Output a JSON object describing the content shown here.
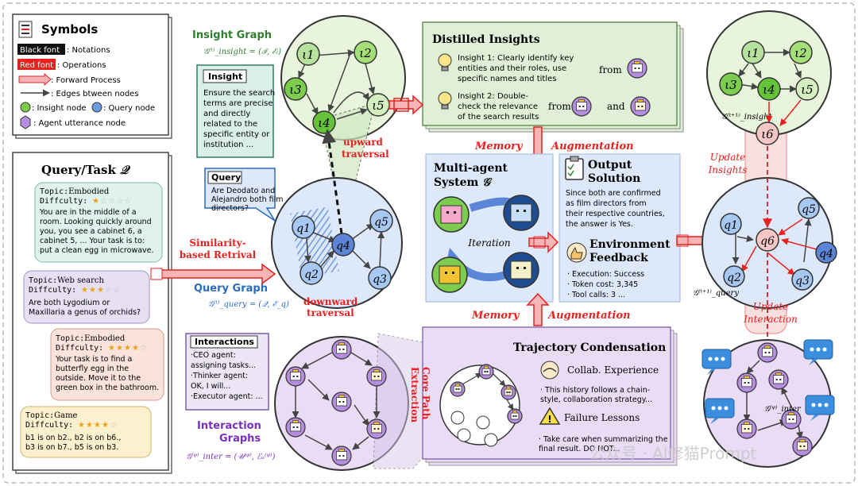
{
  "symbols": {
    "title": "Symbols",
    "black_font_tag": "Black font",
    "black_font_text": ": Notations",
    "red_font_tag": "Red font",
    "red_font_text": ": Operations",
    "forward_text": ": Forward Process",
    "edges_text": ": Edges btween nodes",
    "insight_node_text": ": Insight node",
    "query_node_text": ": Query node",
    "agent_node_text": ": Agent utterance node"
  },
  "query_task": {
    "title": "Query/Task",
    "title_symbol": "𝒬",
    "tasks": [
      {
        "topic_label": "Topic:",
        "topic": "Embodied",
        "diff_label": "Diffculty:",
        "stars": 1,
        "lines": [
          "You are in the middle of a",
          "room. Looking quickly around",
          "you, you see a cabinet 6, a",
          "cabinet 5, ... Your task is to:",
          "put a clean egg in microwave."
        ]
      },
      {
        "topic_label": "Topic:",
        "topic": "Web search",
        "diff_label": "Diffculty:",
        "stars": 3,
        "lines": [
          "Are both Lygodium or",
          "Maxillaria a genus of orchids?"
        ]
      },
      {
        "topic_label": "Topic:",
        "topic": "Embodied",
        "diff_label": "Diffculty:",
        "stars": 4,
        "lines": [
          "Your task is to find a",
          "butterfly egg in the",
          "outside. Move it to the",
          "green box in the bathroom."
        ]
      },
      {
        "topic_label": "Topic:",
        "topic": "Game",
        "diff_label": "Diffculty:",
        "stars": 4,
        "lines": [
          "b1 is on b2., b2 is on b6.,",
          "b3 is on b7., b5 is on b3."
        ]
      }
    ]
  },
  "insight_graph": {
    "title": "Insight Graph",
    "formula": "𝒢⁽ᵗ⁾_insight = (ℐ, ℰᵢ)",
    "nodes": [
      "ι1",
      "ι2",
      "ι3",
      "ι4",
      "ι5"
    ]
  },
  "insight_box": {
    "label": "Insight",
    "lines": [
      "Ensure the search",
      "terms are precise",
      "and directly",
      "related to the",
      "specific entity or",
      "institution ..."
    ]
  },
  "query_box": {
    "label": "Query",
    "lines": [
      "Are Deodato and",
      "Alejandro both film",
      "directors?"
    ]
  },
  "query_graph": {
    "title": "Query Graph",
    "formula": "𝒢⁽ᵗ⁾_query = (𝒬, ℰ_q)",
    "nodes": [
      "q1",
      "q2",
      "q3",
      "q4",
      "q5"
    ]
  },
  "interactions_box": {
    "label": "Interactions",
    "lines": [
      "·CEO agent:",
      "assigning tasks...",
      "·Thinker agent:",
      "OK, I will...",
      "·Executor agent: ..."
    ]
  },
  "interaction_graph": {
    "title": "Interaction",
    "title2": "Graphs",
    "formula": "𝒢⁽ᵠ⁾_inter = (𝒰⁽ᵠ⁾, ℰᵤ⁽ᵠ⁾)"
  },
  "operations": {
    "upward": "upward",
    "upward2": "traversal",
    "downward": "downward",
    "downward2": "traversal",
    "similarity": "Similarity-",
    "similarity2": "based Retrival",
    "core_path": "Core Path",
    "core_path2": "Extraction",
    "memory": "Memory",
    "augmentation": "Augmentation",
    "update_insights": "Update",
    "update_insights2": "Insights",
    "update_interaction": "Update",
    "update_interaction2": "Interaction"
  },
  "distilled": {
    "title": "Distilled Insights",
    "insight1": [
      "Insight 1: Clearly identify key",
      "entities and their roles, use",
      "specific names and titles"
    ],
    "insight2": [
      "Insight 2: Double-",
      "check the relevance",
      "of the search results"
    ],
    "from": "from",
    "and": "and"
  },
  "mas": {
    "title": "Multi-agent",
    "title2": "System",
    "title_symbol": "𝒢",
    "iteration": "Iteration"
  },
  "output": {
    "title": "Output",
    "title2": "Solution",
    "lines": [
      "Since both are confirmed",
      "as film directors from",
      "their respective countries,",
      "the answer is Yes."
    ]
  },
  "env": {
    "title": "Environment",
    "title2": "Feedback",
    "lines": [
      "· Execution: Success",
      "· Token cost: 3,345",
      "· Tool calls: 3 ..."
    ]
  },
  "trajectory": {
    "title": "Trajectory Condensation",
    "collab": "Collab. Experience",
    "collab_lines": [
      "· This history follows a chain-",
      "style,  collaboration strategy..."
    ],
    "failure": "Failure Lessons",
    "failure_lines": [
      "· Take care when summarizing the",
      "final result. DO NOT..."
    ]
  },
  "right_insight": {
    "formula": "𝒢⁽ᵗ⁺¹⁾_insight",
    "nodes": [
      "ι1",
      "ι2",
      "ι3",
      "ι4",
      "ι5",
      "ι6"
    ]
  },
  "right_query": {
    "formula": "𝒢⁽ᵗ⁺¹⁾_query",
    "nodes": [
      "q1",
      "q2",
      "q3",
      "q4",
      "q5",
      "q6"
    ]
  },
  "right_inter": {
    "formula": "𝒢⁽ᵠ⁾_inter"
  },
  "watermark": "公众号 · AI修猫Prompt",
  "colors": {
    "insight_green": "#7ccd4e",
    "query_blue": "#6b9be0",
    "agent_purple": "#b58ee0",
    "red": "#e8211f",
    "title_green": "#2f7d2f",
    "title_blue": "#2b6bbf",
    "title_purple": "#7a2fbf"
  }
}
